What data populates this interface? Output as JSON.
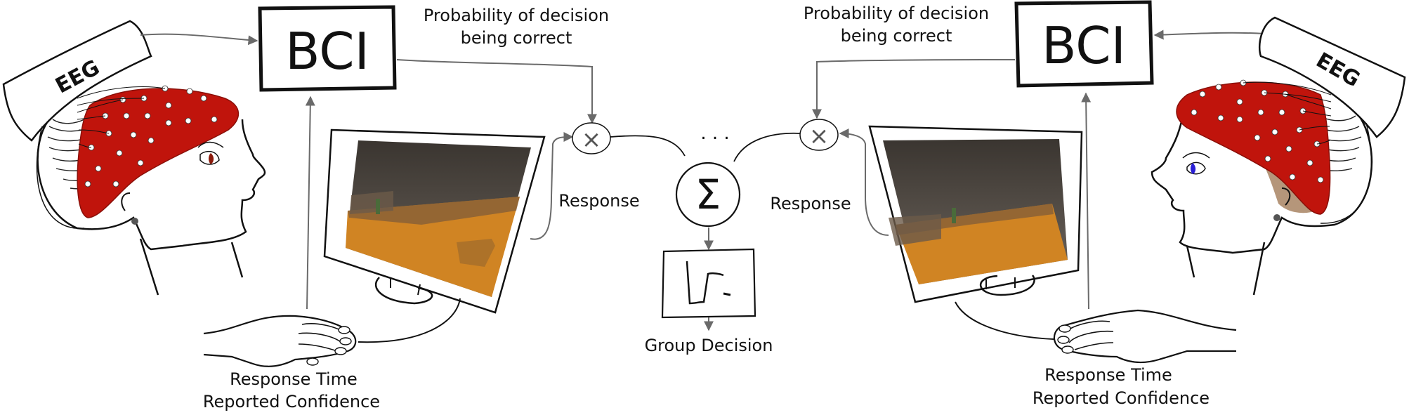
{
  "diagram": {
    "left_participant": {
      "cap_label": "EEG",
      "bci_label": "BCI",
      "bci_output_label_line1": "Probability of decision",
      "bci_output_label_line2": "being correct",
      "response_label": "Response",
      "hand_label_line1": "Response Time",
      "hand_label_line2": "Reported Confidence"
    },
    "right_participant": {
      "cap_label": "EEG",
      "bci_label": "BCI",
      "bci_output_label_line1": "Probability of decision",
      "bci_output_label_line2": "being correct",
      "response_label": "Response",
      "hand_label_line1": "Response Time",
      "hand_label_line2": "Reported Confidence"
    },
    "multiply_symbol": "×",
    "sum_symbol": "Σ",
    "ellipsis": ". . .",
    "group_decision_label": "Group Decision"
  },
  "colors": {
    "cap_red": "#c0140c",
    "hair_brown": "#a88463",
    "eye_blue": "#2a1fd6",
    "eye_brown": "#8b1a0c",
    "arrow_gray": "#6a6a6a",
    "floor_orange": "#d08423"
  }
}
